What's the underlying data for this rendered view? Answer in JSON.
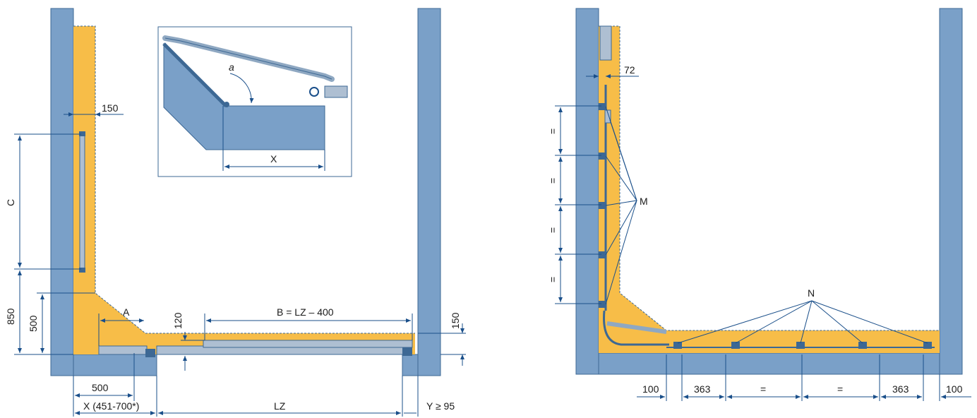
{
  "left_drawing": {
    "labels": {
      "wall_offset": "150",
      "dim_c": "C",
      "dim_850": "850",
      "dim_500_vertical": "500",
      "dim_a": "A",
      "dim_120": "120",
      "dim_b": "B = LZ – 400",
      "dim_150_right": "150",
      "dim_500_horizontal": "500",
      "dim_x": "X (451-700*)",
      "dim_lz": "LZ",
      "dim_y": "Y ≥ 95"
    },
    "inset": {
      "angle_label": "a",
      "x_label": "X"
    }
  },
  "right_drawing": {
    "labels": {
      "dim_72": "72",
      "equal_1": "=",
      "equal_2": "=",
      "equal_3": "=",
      "equal_4": "=",
      "callout_m": "M",
      "callout_n": "N",
      "dim_100_left": "100",
      "dim_363_left": "363",
      "dim_eq_a": "=",
      "dim_eq_b": "=",
      "dim_363_right": "363",
      "dim_100_right": "100"
    }
  },
  "colors": {
    "wall": "#7aa0c8",
    "fill": "#f7bd48",
    "line": "#1a4f8a"
  }
}
